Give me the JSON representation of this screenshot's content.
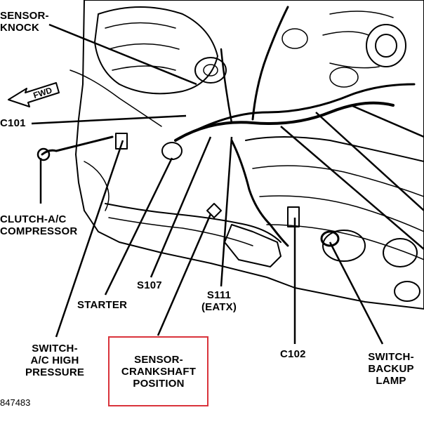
{
  "labels": {
    "sensor_knock": [
      "SENSOR-",
      "KNOCK"
    ],
    "fwd": "FWD",
    "c101": "C101",
    "clutch_ac_compressor": [
      "CLUTCH-A/C",
      "COMPRESSOR"
    ],
    "starter": "STARTER",
    "s107": "S107",
    "s111": [
      "S111",
      "(EATX)"
    ],
    "switch_ac_high_pressure": [
      "SWITCH-",
      "A/C HIGH",
      "PRESSURE"
    ],
    "sensor_crankshaft_position": [
      "SENSOR-",
      "CRANKSHAFT",
      "POSITION"
    ],
    "c102": "C102",
    "switch_backup_lamp": [
      "SWITCH-",
      "BACKUP",
      "LAMP"
    ],
    "figure_id": "847483"
  },
  "colors": {
    "line_art": "#000000",
    "background": "#ffffff",
    "highlight_box": "#d9333b"
  }
}
